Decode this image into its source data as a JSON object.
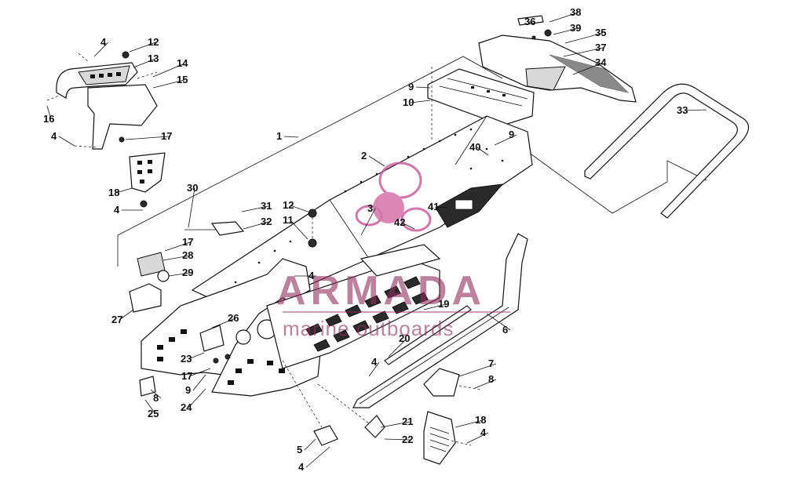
{
  "diagram": {
    "callouts": [
      {
        "id": "c1",
        "text": "1"
      },
      {
        "id": "c2",
        "text": "2"
      },
      {
        "id": "c3",
        "text": "3"
      },
      {
        "id": "c4a",
        "text": "4"
      },
      {
        "id": "c4b",
        "text": "4"
      },
      {
        "id": "c4c",
        "text": "4"
      },
      {
        "id": "c4d",
        "text": "4"
      },
      {
        "id": "c4e",
        "text": "4"
      },
      {
        "id": "c4f",
        "text": "4"
      },
      {
        "id": "c4g",
        "text": "4"
      },
      {
        "id": "c5",
        "text": "5"
      },
      {
        "id": "c6",
        "text": "6"
      },
      {
        "id": "c7",
        "text": "7"
      },
      {
        "id": "c8a",
        "text": "8"
      },
      {
        "id": "c8b",
        "text": "8"
      },
      {
        "id": "c9a",
        "text": "9"
      },
      {
        "id": "c9b",
        "text": "9"
      },
      {
        "id": "c9c",
        "text": "9"
      },
      {
        "id": "c10",
        "text": "10"
      },
      {
        "id": "c11",
        "text": "11"
      },
      {
        "id": "c12a",
        "text": "12"
      },
      {
        "id": "c12b",
        "text": "12"
      },
      {
        "id": "c13",
        "text": "13"
      },
      {
        "id": "c14",
        "text": "14"
      },
      {
        "id": "c15",
        "text": "15"
      },
      {
        "id": "c16",
        "text": "16"
      },
      {
        "id": "c17a",
        "text": "17"
      },
      {
        "id": "c17b",
        "text": "17"
      },
      {
        "id": "c17c",
        "text": "17"
      },
      {
        "id": "c18a",
        "text": "18"
      },
      {
        "id": "c18b",
        "text": "18"
      },
      {
        "id": "c19",
        "text": "19"
      },
      {
        "id": "c20",
        "text": "20"
      },
      {
        "id": "c21",
        "text": "21"
      },
      {
        "id": "c22",
        "text": "22"
      },
      {
        "id": "c23",
        "text": "23"
      },
      {
        "id": "c24",
        "text": "24"
      },
      {
        "id": "c25",
        "text": "25"
      },
      {
        "id": "c26",
        "text": "26"
      },
      {
        "id": "c27",
        "text": "27"
      },
      {
        "id": "c28",
        "text": "28"
      },
      {
        "id": "c29",
        "text": "29"
      },
      {
        "id": "c30",
        "text": "30"
      },
      {
        "id": "c31",
        "text": "31"
      },
      {
        "id": "c32",
        "text": "32"
      },
      {
        "id": "c33",
        "text": "33"
      },
      {
        "id": "c34",
        "text": "34"
      },
      {
        "id": "c35",
        "text": "35"
      },
      {
        "id": "c36",
        "text": "36"
      },
      {
        "id": "c37",
        "text": "37"
      },
      {
        "id": "c38",
        "text": "38"
      },
      {
        "id": "c39",
        "text": "39"
      },
      {
        "id": "c40",
        "text": "40"
      },
      {
        "id": "c41",
        "text": "41"
      },
      {
        "id": "c42",
        "text": "42"
      }
    ]
  },
  "watermark": {
    "brand": "ARMADA",
    "tagline": "marine outboards",
    "color": "#8f2d5a"
  }
}
